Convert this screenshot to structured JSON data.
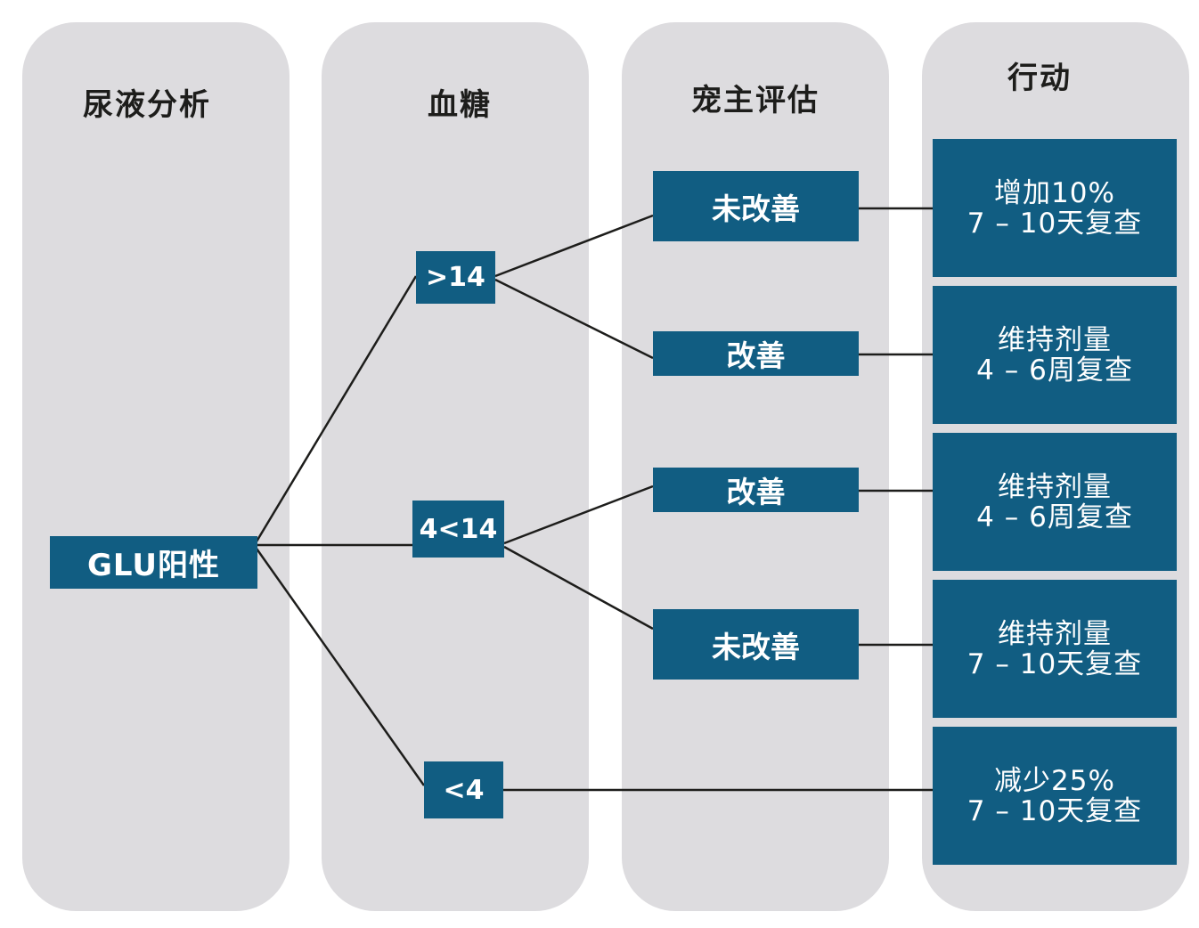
{
  "columns": {
    "urinalysis": "尿液分析",
    "blood_glucose": "血糖",
    "host_assessment": "宠主评估",
    "action": "行动"
  },
  "nodes": {
    "glu_positive": "GLU阳性",
    "bg_high": ">14",
    "bg_mid": "4<14",
    "bg_low": "<4",
    "assess_1": "未改善",
    "assess_2": "改善",
    "assess_3": "改善",
    "assess_4": "未改善"
  },
  "actions": [
    {
      "line1": "增加10%",
      "line2": "7 – 10天复查"
    },
    {
      "line1": "维持剂量",
      "line2": "4 – 6周复查"
    },
    {
      "line1": "维持剂量",
      "line2": "4 – 6周复查"
    },
    {
      "line1": "维持剂量",
      "line2": "7 – 10天复查"
    },
    {
      "line1": "减少25%",
      "line2": "7 – 10天复查"
    }
  ],
  "colors": {
    "node_fill": "#115d82",
    "column_fill": "#dddcdf",
    "connector": "#1d1d1b"
  }
}
